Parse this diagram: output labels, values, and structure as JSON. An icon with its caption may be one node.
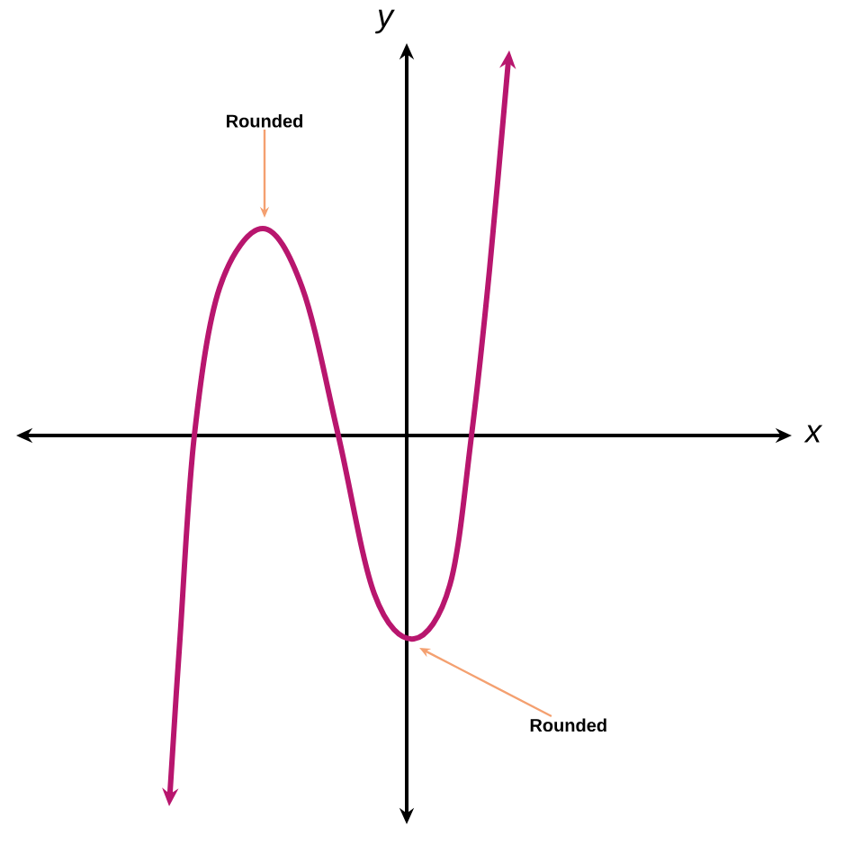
{
  "diagram": {
    "nodes": [
      {
        "text": [
          "Rounded"
        ]
      },
      {
        "text": [
          "Rounded"
        ]
      }
    ],
    "edges": [
      {
        "from": 0,
        "to": null,
        "arrow": "to"
      },
      {
        "from": 1,
        "to": null,
        "arrow": "to"
      }
    ],
    "labels": [
      "y",
      "x"
    ]
  }
}
